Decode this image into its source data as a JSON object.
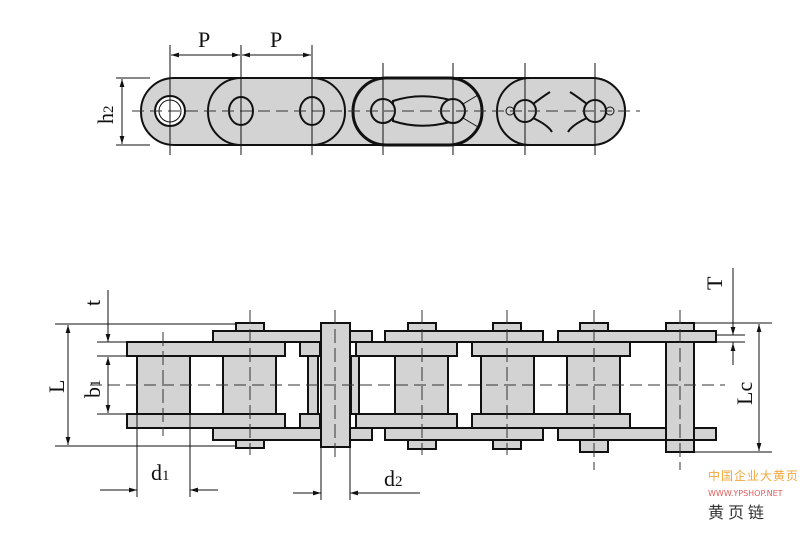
{
  "top_view": {
    "pitch_label_1": "P",
    "pitch_label_2": "P",
    "height_label": "h",
    "height_sub": "2"
  },
  "side_view": {
    "t_label": "t",
    "L_label": "L",
    "b1_label": "b",
    "b1_sub": "1",
    "d1_label": "d",
    "d1_sub": "1",
    "d2_label": "d",
    "d2_sub": "2",
    "T_label": "T",
    "Lc_label": "Lc"
  },
  "watermark": {
    "line1": "中国企业大黄页",
    "line2": "WWW.YPSHOP.NET",
    "line3": "黄页链"
  },
  "colors": {
    "part_fill": "#d3d3d3",
    "stroke": "#111111",
    "watermark_orange": "#f3a73a",
    "watermark_red": "#e15a5a"
  }
}
